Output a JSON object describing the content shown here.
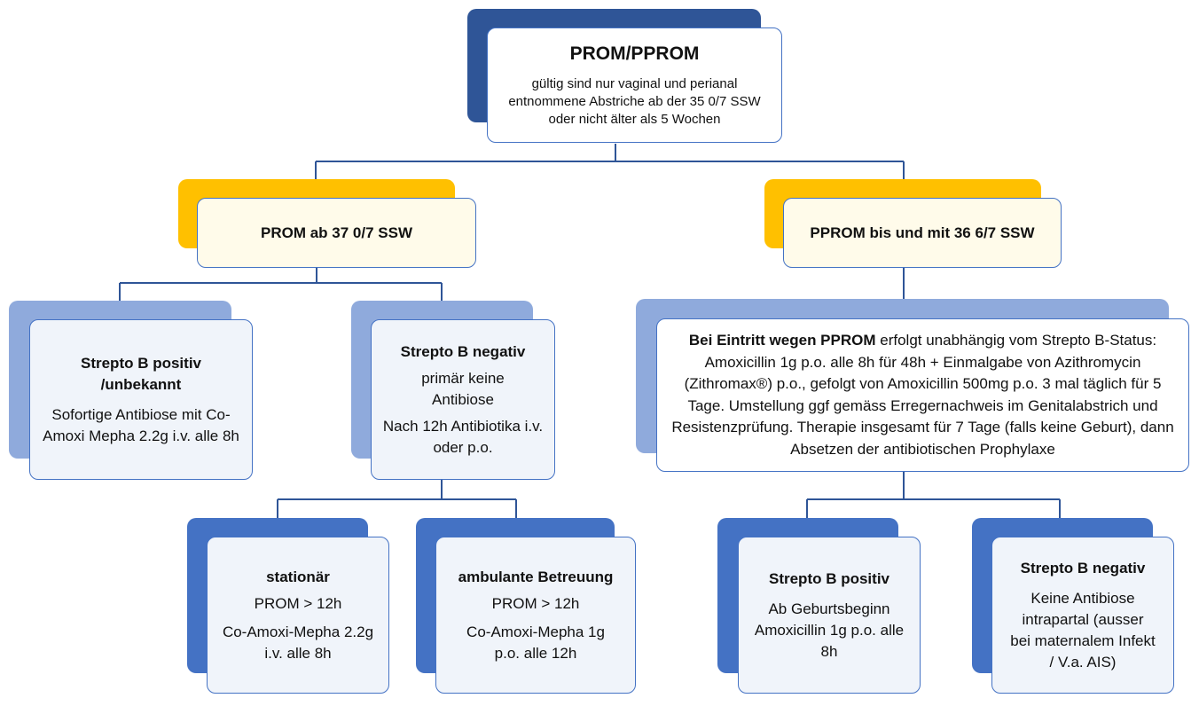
{
  "colors": {
    "connector": "#2f5597",
    "border": "#4472c4",
    "root_shadow": "#2f5597",
    "level1_shadow": "#ffc000",
    "level2_shadow": "#8faadc",
    "level3_shadow": "#4472c4"
  },
  "root": {
    "title": "PROM/PPROM",
    "subtitle": "gültig sind nur vaginal und perianal entnommene Abstriche ab der 35 0/7 SSW oder nicht älter als 5 Wochen"
  },
  "prom": {
    "title": "PROM ab 37 0/7 SSW",
    "gbs_positive": {
      "title": "Strepto B positiv /unbekannt",
      "text": "Sofortige Antibiose mit Co-Amoxi Mepha 2.2g i.v. alle 8h"
    },
    "gbs_negative": {
      "title": "Strepto B negativ",
      "line1": "primär keine Antibiose",
      "line2": "Nach 12h Antibiotika i.v. oder p.o."
    },
    "stationaer": {
      "title": "stationär",
      "line1": "PROM > 12h",
      "line2": "Co-Amoxi-Mepha 2.2g  i.v. alle 8h"
    },
    "ambulant": {
      "title": "ambulante Betreuung",
      "line1": "PROM > 12h",
      "line2": "Co-Amoxi-Mepha 1g p.o. alle 12h"
    }
  },
  "pprom": {
    "title": "PPROM bis und mit 36 6/7 SSW",
    "admission": {
      "lead": "Bei Eintritt wegen PPROM",
      "text": " erfolgt unabhängig vom Strepto B-Status: Amoxicillin 1g p.o. alle 8h für 48h + Einmalgabe von Azithromycin (Zithromax®) p.o., gefolgt von Amoxicillin 500mg p.o. 3 mal täglich für 5 Tage. Umstellung ggf gemäss Erregernachweis im Genitalabstrich und Resistenzprüfung. Therapie insgesamt für 7 Tage (falls keine Geburt), dann Absetzen der antibiotischen Prophylaxe"
    },
    "gbs_positive": {
      "title": "Strepto B positiv",
      "text": "Ab Geburtsbeginn Amoxicillin 1g p.o. alle 8h"
    },
    "gbs_negative": {
      "title": "Strepto B negativ",
      "text": "Keine Antibiose intrapartal (ausser bei maternalem Infekt / V.a. AIS)"
    }
  }
}
